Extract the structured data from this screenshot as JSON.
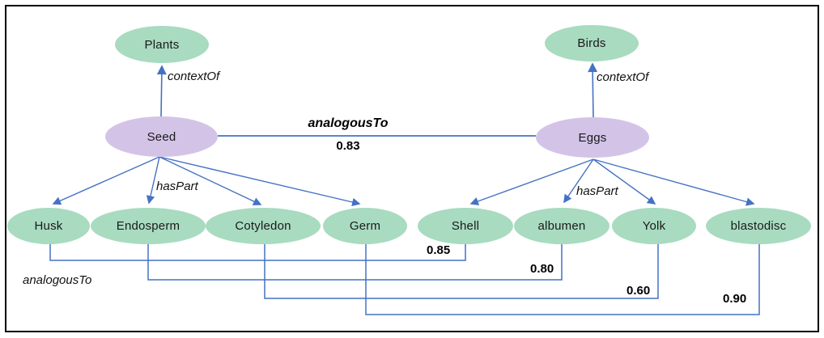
{
  "nodes": {
    "plants": "Plants",
    "birds": "Birds",
    "seed": "Seed",
    "eggs": "Eggs",
    "husk": "Husk",
    "endosperm": "Endosperm",
    "cotyledon": "Cotyledon",
    "germ": "Germ",
    "shell": "Shell",
    "albumen": "albumen",
    "yolk": "Yolk",
    "blastodisc": "blastodisc"
  },
  "relation_labels": {
    "context_of_left": "contextOf",
    "context_of_right": "contextOf",
    "has_part_left": "hasPart",
    "has_part_right": "hasPart",
    "analogous_to_bottom": "analogousTo"
  },
  "main_analogy": {
    "from": "Seed",
    "to": "Eggs",
    "label": "analogousTo",
    "score": "0.83"
  },
  "part_analogies": [
    {
      "from": "Husk",
      "to": "Shell",
      "score": "0.85"
    },
    {
      "from": "Endosperm",
      "to": "albumen",
      "score": "0.80"
    },
    {
      "from": "Cotyledon",
      "to": "Yolk",
      "score": "0.60"
    },
    {
      "from": "Germ",
      "to": "blastodisc",
      "score": "0.90"
    }
  ],
  "colors": {
    "node_green": "#a8dbc0",
    "node_purple": "#d3c4e7",
    "edge_blue": "#4472c4",
    "text": "#000000"
  }
}
